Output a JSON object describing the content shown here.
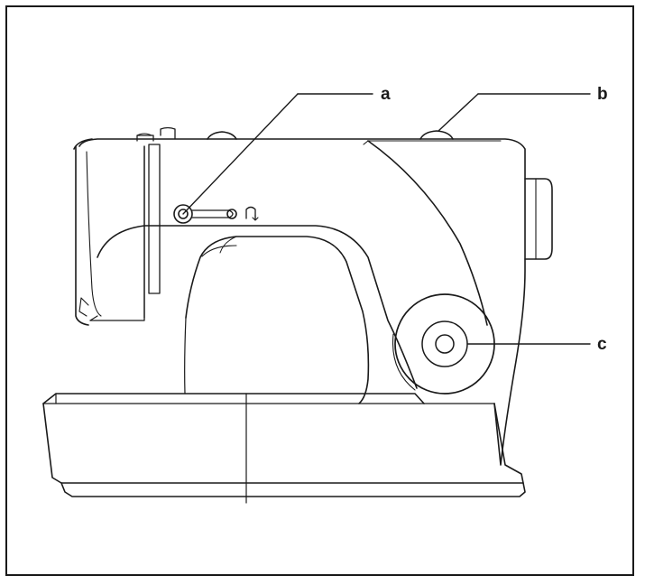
{
  "figure": {
    "labels": {
      "a": "a",
      "b": "b",
      "c": "c"
    },
    "reverse_symbol": "∩↓"
  },
  "colors": {
    "line": "#1a1a1a",
    "background": "#ffffff"
  }
}
